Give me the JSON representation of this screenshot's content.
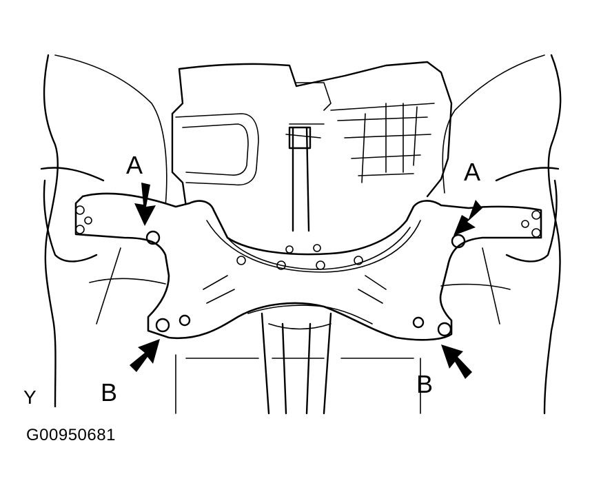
{
  "diagram": {
    "labels": {
      "front_left": "A",
      "front_right": "A",
      "rear_left": "B",
      "rear_right": "B"
    },
    "corner_mark": "Y",
    "figure_id": "G00950681"
  },
  "colors": {
    "ink": "#000000",
    "paper": "#ffffff"
  }
}
